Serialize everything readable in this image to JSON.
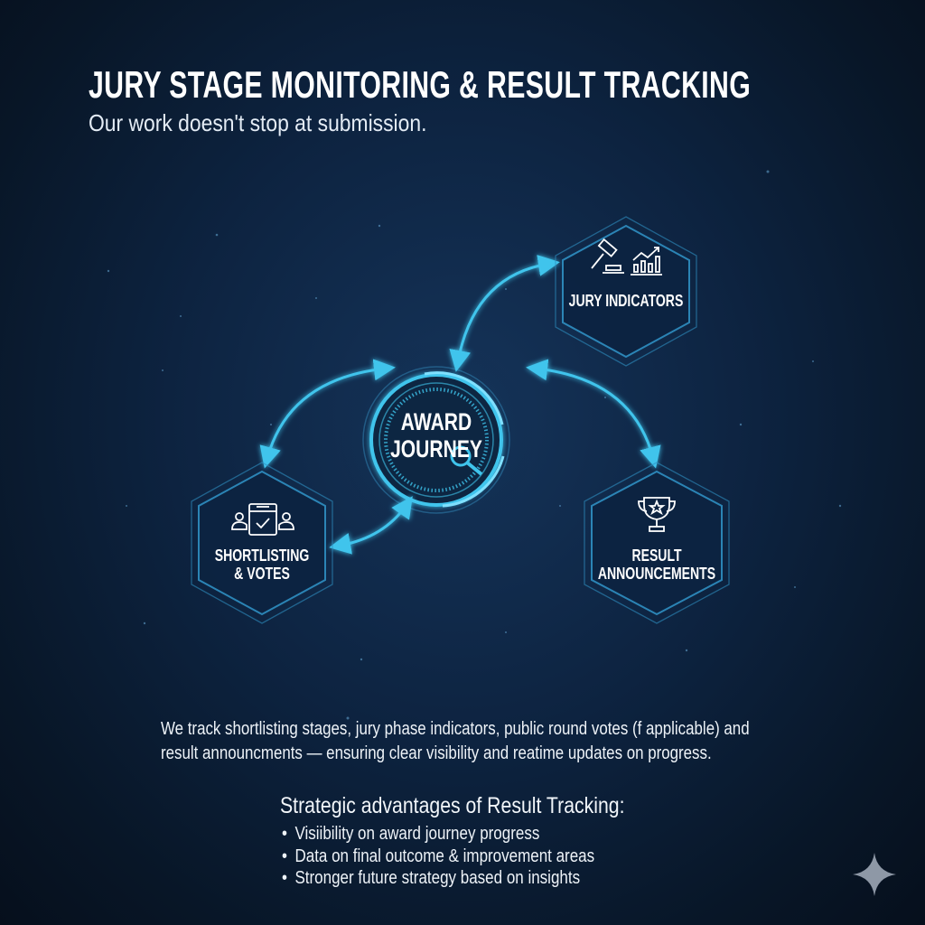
{
  "header": {
    "title": "JURY STAGE MONITORING & RESULT TRACKING",
    "subtitle": "Our work doesn't stop at submission."
  },
  "diagram": {
    "center": {
      "line1": "AWARD",
      "line2": "JOURNEY",
      "icon": "magnifier-icon"
    },
    "nodes": [
      {
        "id": "jury",
        "line1": "JURY INDICATORS",
        "line2": "",
        "icons": [
          "gavel-icon",
          "bar-chart-growth-icon"
        ]
      },
      {
        "id": "shortlisting",
        "line1": "SHORTLISTING",
        "line2": "& VOTES",
        "icons": [
          "ballot-voters-icon"
        ]
      },
      {
        "id": "results",
        "line1": "RESULT",
        "line2": "ANNOUNCEMENTS",
        "icons": [
          "trophy-star-icon"
        ]
      }
    ],
    "accent": "#3fc4ec"
  },
  "body": {
    "paragraph_line1": "We track shortlisting stages, jury phase indicators, public round votes (f applicable) and",
    "paragraph_line2": "result announcments — ensuring clear visibility and reatime updates on progress."
  },
  "advantages": {
    "title": "Strategic advantages of Result Tracking:",
    "items": [
      "Visiibility on award journey progress",
      "Data on final outcome & improvement areas",
      "Stronger future strategy based on insights"
    ]
  }
}
